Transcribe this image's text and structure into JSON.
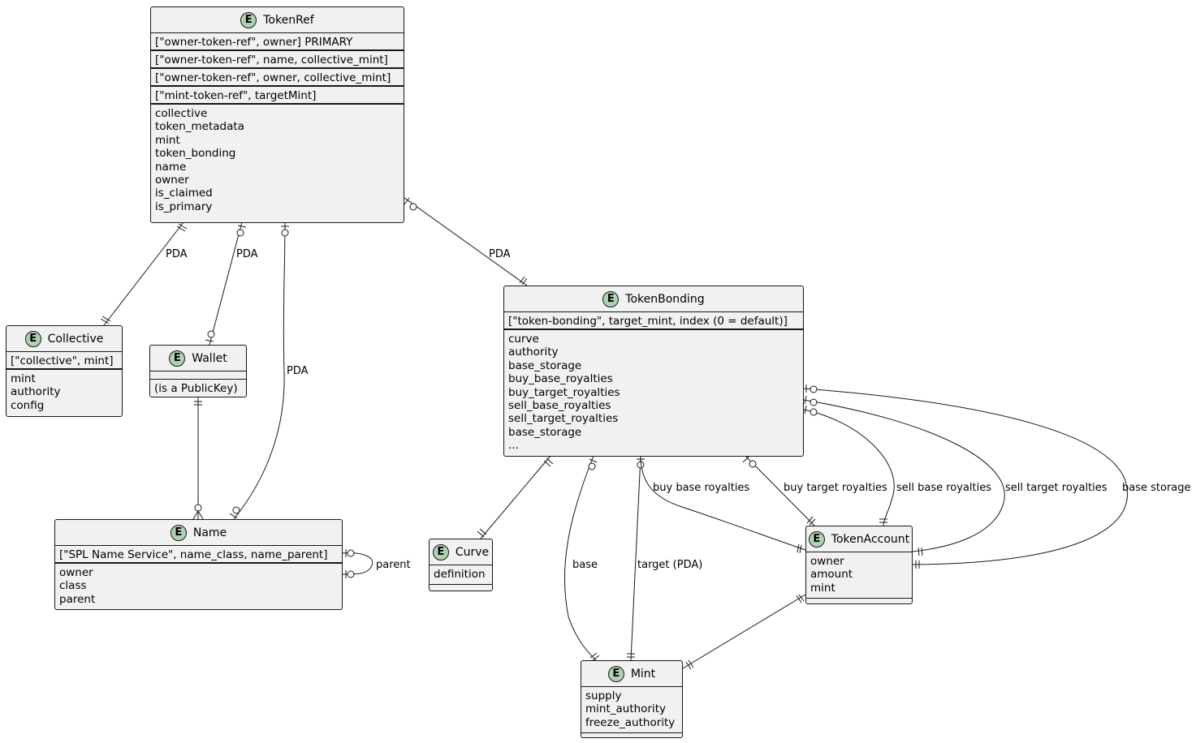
{
  "entities": {
    "tokenref": {
      "badge": "E",
      "name": "TokenRef",
      "keys": [
        "[\"owner-token-ref\", owner] PRIMARY",
        "[\"owner-token-ref\", name, collective_mint]",
        "[\"owner-token-ref\", owner, collective_mint]",
        "[\"mint-token-ref\", targetMint]"
      ],
      "fields": [
        "collective",
        "token_metadata",
        "mint",
        "token_bonding",
        "name",
        "owner",
        "is_claimed",
        "is_primary"
      ]
    },
    "collective": {
      "badge": "E",
      "name": "Collective",
      "keys": [
        "[\"collective\", mint]"
      ],
      "fields": [
        "mint",
        "authority",
        "config"
      ]
    },
    "wallet": {
      "badge": "E",
      "name": "Wallet",
      "keys": [],
      "fields": [
        "(is a PublicKey)"
      ]
    },
    "name": {
      "badge": "E",
      "name": "Name",
      "keys": [
        "[\"SPL Name Service\", name_class, name_parent]"
      ],
      "fields": [
        "owner",
        "class",
        "parent"
      ]
    },
    "tokenbonding": {
      "badge": "E",
      "name": "TokenBonding",
      "keys": [
        "[\"token-bonding\", target_mint, index (0 = default)]"
      ],
      "fields": [
        "curve",
        "authority",
        "base_storage",
        "buy_base_royalties",
        "buy_target_royalties",
        "sell_base_royalties",
        "sell_target_royalties",
        "base_storage",
        "..."
      ]
    },
    "curve": {
      "badge": "E",
      "name": "Curve",
      "keys": [],
      "fields": [
        "definition"
      ]
    },
    "tokenaccount": {
      "badge": "E",
      "name": "TokenAccount",
      "keys": [],
      "fields": [
        "owner",
        "amount",
        "mint"
      ]
    },
    "mint": {
      "badge": "E",
      "name": "Mint",
      "keys": [],
      "fields": [
        "supply",
        "mint_authority",
        "freeze_authority"
      ]
    }
  },
  "relations": {
    "tokenref_collective": "PDA",
    "tokenref_wallet": "PDA",
    "tokenref_name": "PDA",
    "tokenref_tokenbonding": "PDA",
    "name_parent": "parent",
    "bonding_base": "base",
    "bonding_target": "target (PDA)",
    "buy_base": "buy base royalties",
    "buy_target": "buy target royalties",
    "sell_base": "sell base royalties",
    "sell_target": "sell target royalties",
    "base_storage": "base storage"
  },
  "colors": {
    "entity_fill": "#f1f1f1",
    "badge_fill": "#add1b2",
    "line": "#181818"
  }
}
